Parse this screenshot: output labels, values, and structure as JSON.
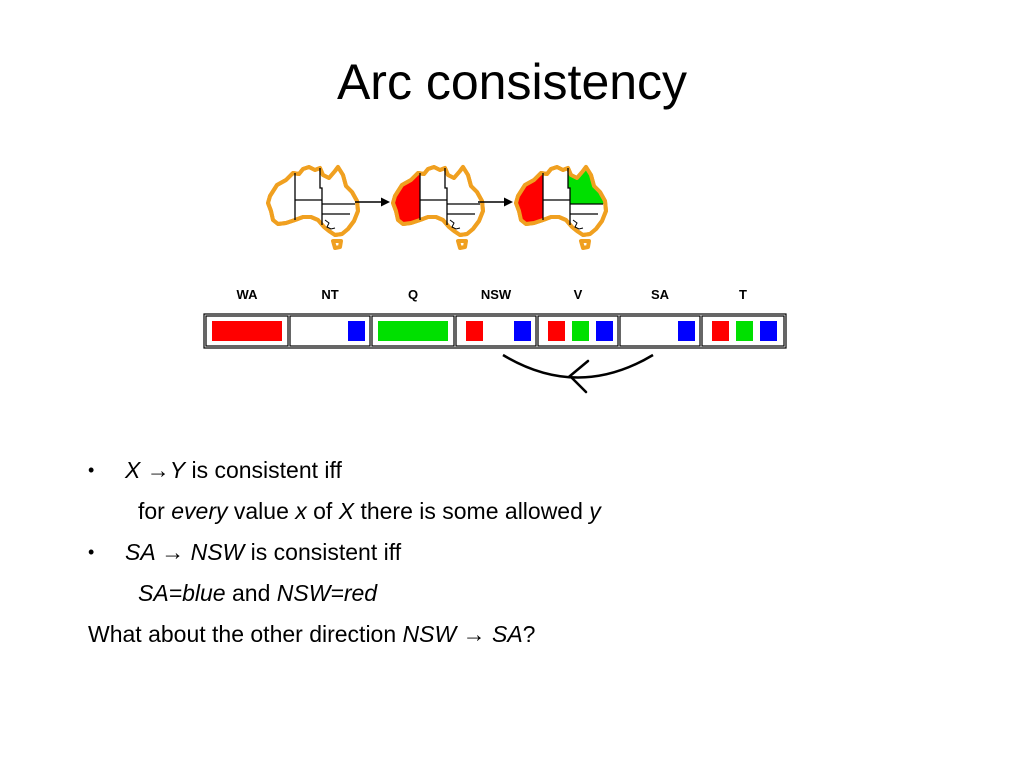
{
  "slide": {
    "title": "Arc consistency"
  },
  "colors": {
    "red": "#ff0000",
    "green": "#00e000",
    "blue": "#0000ff",
    "outline": "#f0a020"
  },
  "figure": {
    "maps": [
      {
        "fills": []
      },
      {
        "fills": [
          "WA"
        ]
      },
      {
        "fills": [
          "WA",
          "Q"
        ]
      }
    ],
    "domain_table": [
      {
        "var": "WA",
        "values": [
          "red"
        ]
      },
      {
        "var": "NT",
        "values": [
          "blue"
        ]
      },
      {
        "var": "Q",
        "values": [
          "green"
        ]
      },
      {
        "var": "NSW",
        "values": [
          "red",
          "blue"
        ]
      },
      {
        "var": "V",
        "values": [
          "red",
          "green",
          "blue"
        ]
      },
      {
        "var": "SA",
        "values": [
          "blue"
        ]
      },
      {
        "var": "T",
        "values": [
          "red",
          "green",
          "blue"
        ]
      }
    ],
    "arc_arrow": {
      "from": "SA",
      "to": "NSW"
    }
  },
  "body": [
    {
      "bullet": true,
      "segments": [
        {
          "t": "X ",
          "i": true
        },
        {
          "t": "→",
          "i": false
        },
        {
          "t": "Y",
          "i": true
        },
        {
          "t": " is consistent iff",
          "i": false
        }
      ]
    },
    {
      "bullet": false,
      "segments": [
        {
          "t": "for ",
          "i": false
        },
        {
          "t": "every",
          "i": true
        },
        {
          "t": " value ",
          "i": false
        },
        {
          "t": "x",
          "i": true
        },
        {
          "t": " of ",
          "i": false
        },
        {
          "t": "X",
          "i": true
        },
        {
          "t": " there is some allowed ",
          "i": false
        },
        {
          "t": "y",
          "i": true
        }
      ]
    },
    {
      "bullet": true,
      "segments": [
        {
          "t": "SA ",
          "i": true
        },
        {
          "t": " → ",
          "i": false
        },
        {
          "t": "NSW",
          "i": true
        },
        {
          "t": " is consistent iff",
          "i": false
        }
      ]
    },
    {
      "bullet": false,
      "segments": [
        {
          "t": "SA=blue",
          "i": true
        },
        {
          "t": " and ",
          "i": false
        },
        {
          "t": "NSW=red",
          "i": true
        }
      ]
    },
    {
      "bullet": false,
      "plain": true,
      "segments": [
        {
          "t": "What about the other direction ",
          "i": false
        },
        {
          "t": "NSW ",
          "i": true
        },
        {
          "t": " → ",
          "i": false
        },
        {
          "t": "SA",
          "i": true
        },
        {
          "t": "?",
          "i": false
        }
      ]
    }
  ]
}
